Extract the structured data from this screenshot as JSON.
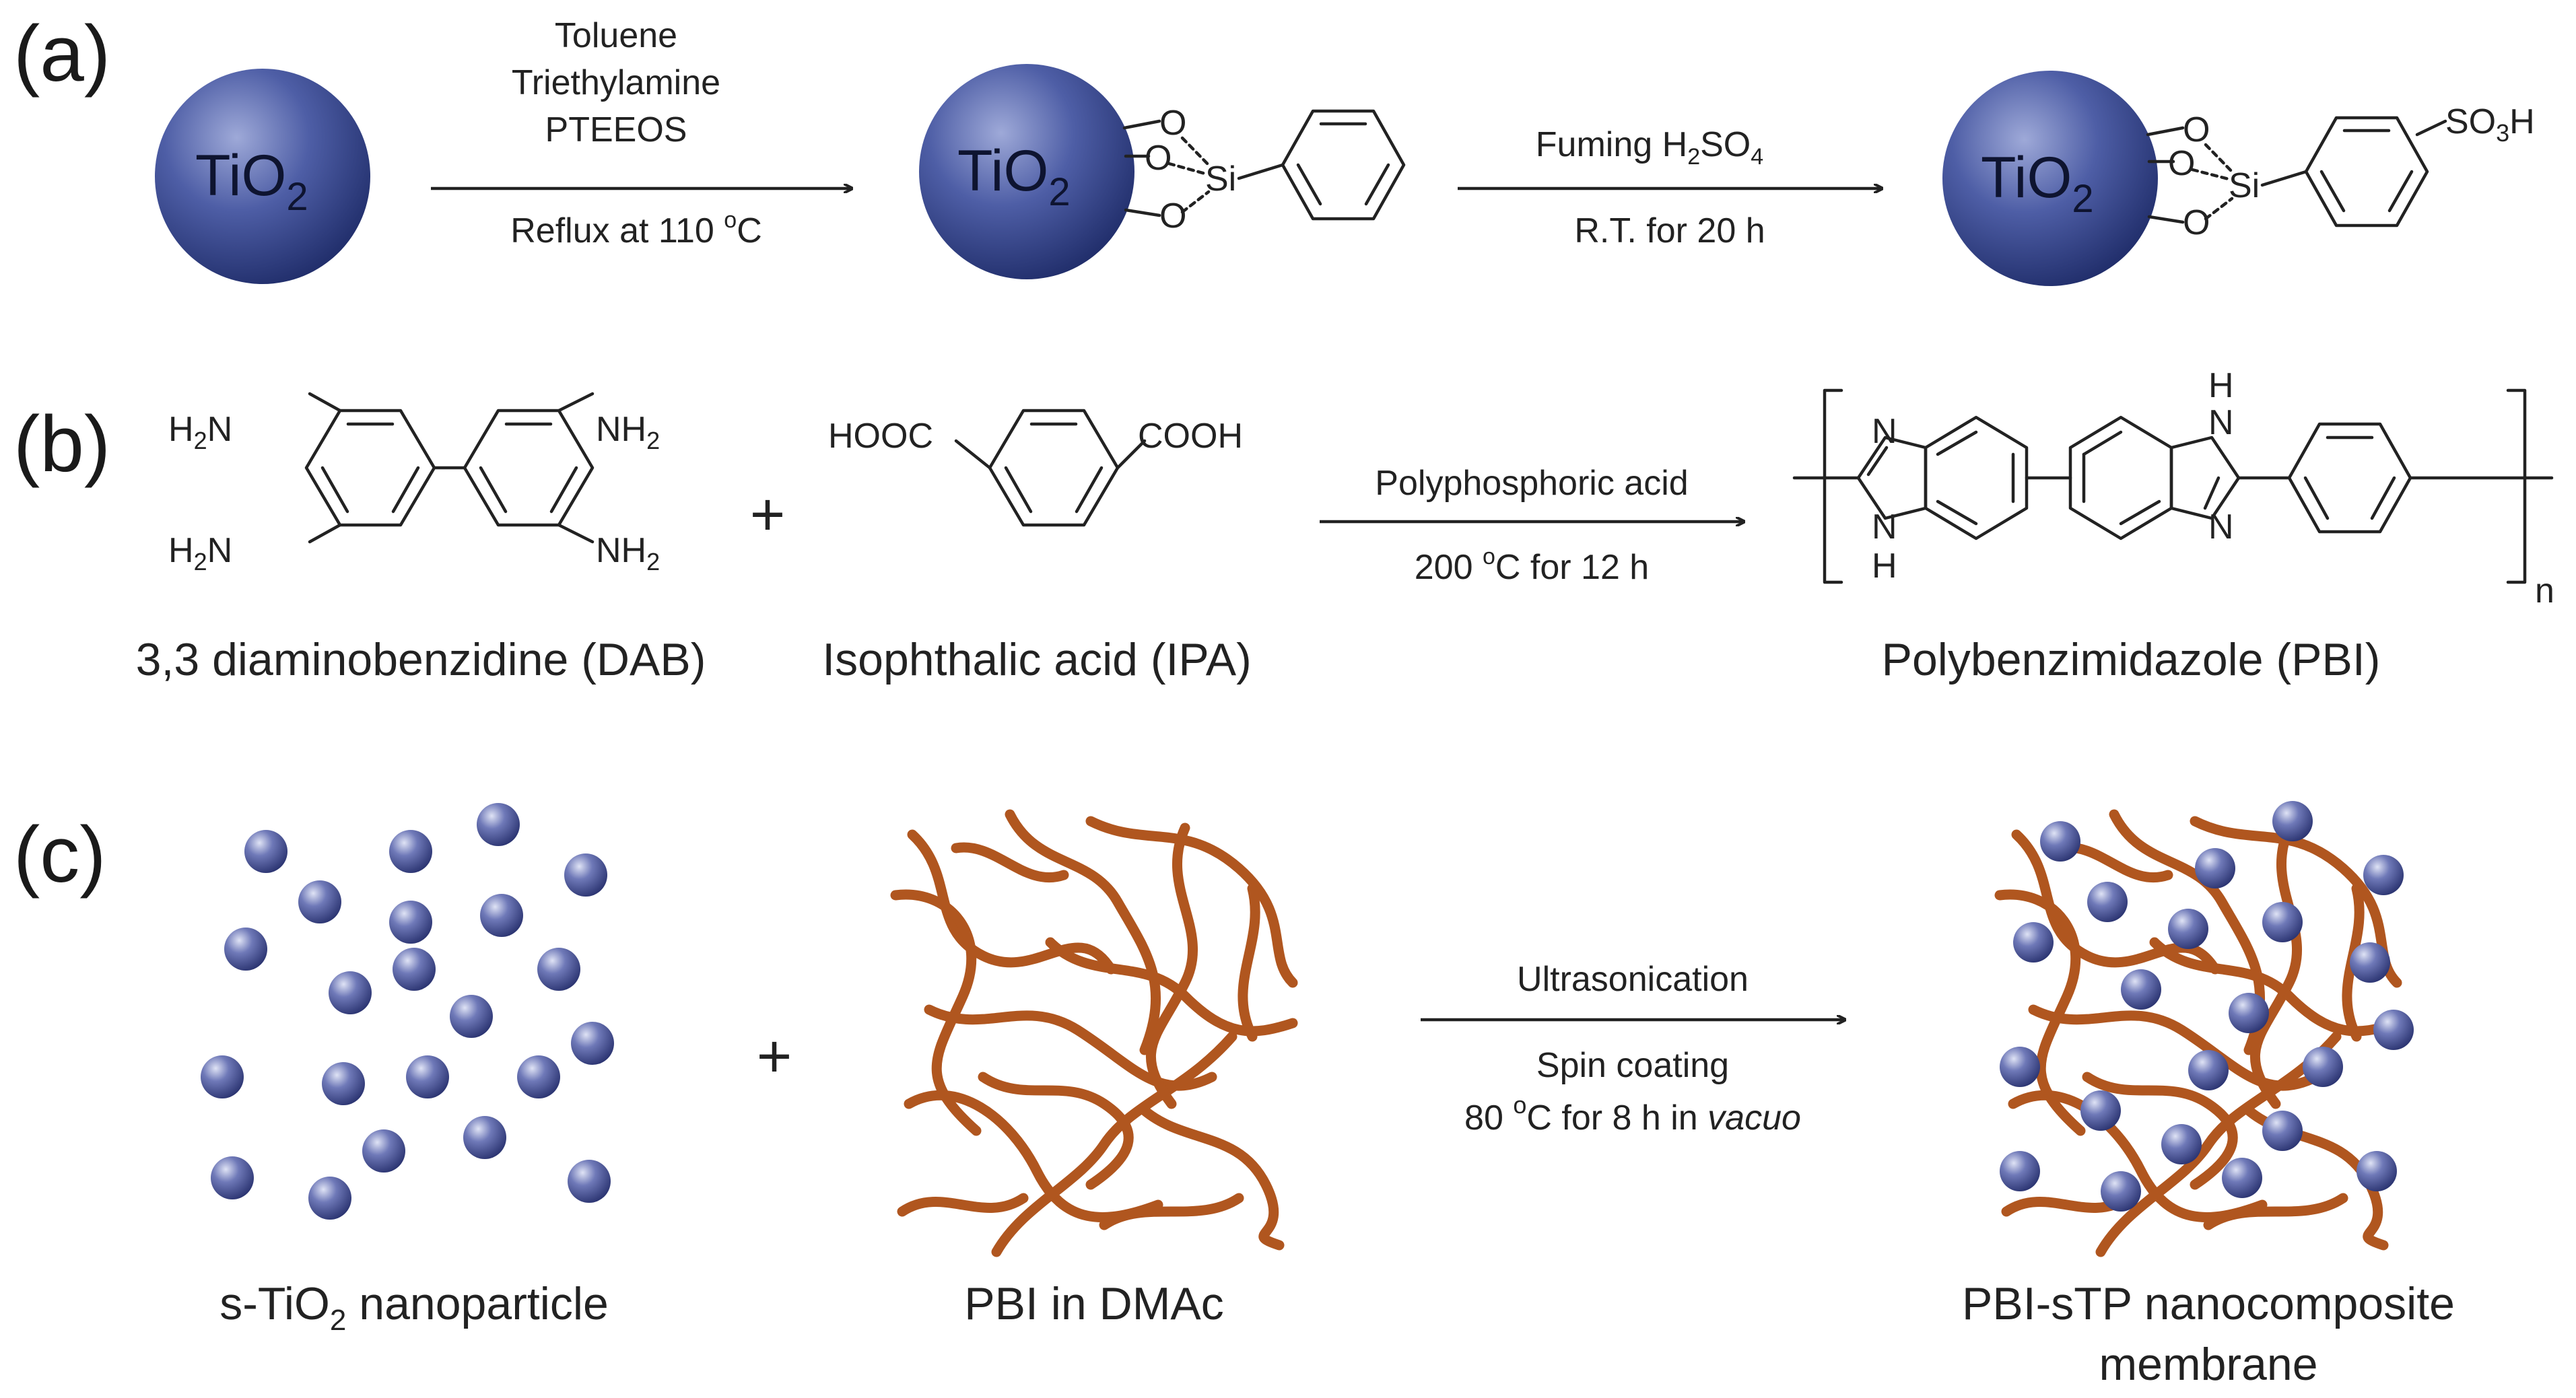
{
  "panels": {
    "a": {
      "label": "(a)",
      "tio2": "TiO",
      "tio2_sub": "2",
      "reaction1": {
        "reagents": [
          "Toluene",
          "Triethylamine",
          "PTEEOS"
        ],
        "condition": "Reflux at 110 ",
        "condition_sup": "o",
        "condition_end": "C"
      },
      "reaction2": {
        "reagent_pre": "Fuming H",
        "reagent_sub1": "2",
        "reagent_mid": "SO",
        "reagent_sub2": "4",
        "condition": "R.T. for 20 h"
      },
      "atoms": {
        "o": "O",
        "si": "Si",
        "so3h": "SO",
        "so3h_sub": "3",
        "so3h_h": "H"
      }
    },
    "b": {
      "label": "(b)",
      "plus": "+",
      "dab_groups": {
        "h2n_top": "H",
        "h2n_top_sub": "2",
        "h2n_top_n": "N",
        "nh2": "NH",
        "nh2_sub": "2"
      },
      "ipa_groups": {
        "left": "HOOC",
        "right": "COOH"
      },
      "pbi_atoms": {
        "n": "N",
        "h": "H",
        "n_sub": "n"
      },
      "reaction": {
        "reagent": "Polyphosphoric acid",
        "condition": "200 ",
        "condition_sup": "o",
        "condition_end": "C for 12 h"
      },
      "captions": {
        "dab": "3,3 diaminobenzidine  (DAB)",
        "ipa": "Isophthalic acid (IPA)",
        "pbi": "Polybenzimidazole  (PBI)"
      }
    },
    "c": {
      "label": "(c)",
      "plus": "+",
      "reaction": {
        "step1": "Ultrasonication",
        "step2": "Spin coating",
        "step3_pre": "80 ",
        "step3_sup": "o",
        "step3_mid": "C for 8 h in ",
        "step3_italic": "vacuo"
      },
      "captions": {
        "particle_pre": "s-TiO",
        "particle_sub": "2",
        "particle_post": " nanoparticle",
        "pbi": "PBI in DMAc",
        "composite_line1": "PBI-sTP nanocomposite",
        "composite_line2": "membrane"
      }
    }
  },
  "colors": {
    "particle": "#5a64a6",
    "chain": "#b0561f",
    "sphere_dark": "#23306e"
  }
}
